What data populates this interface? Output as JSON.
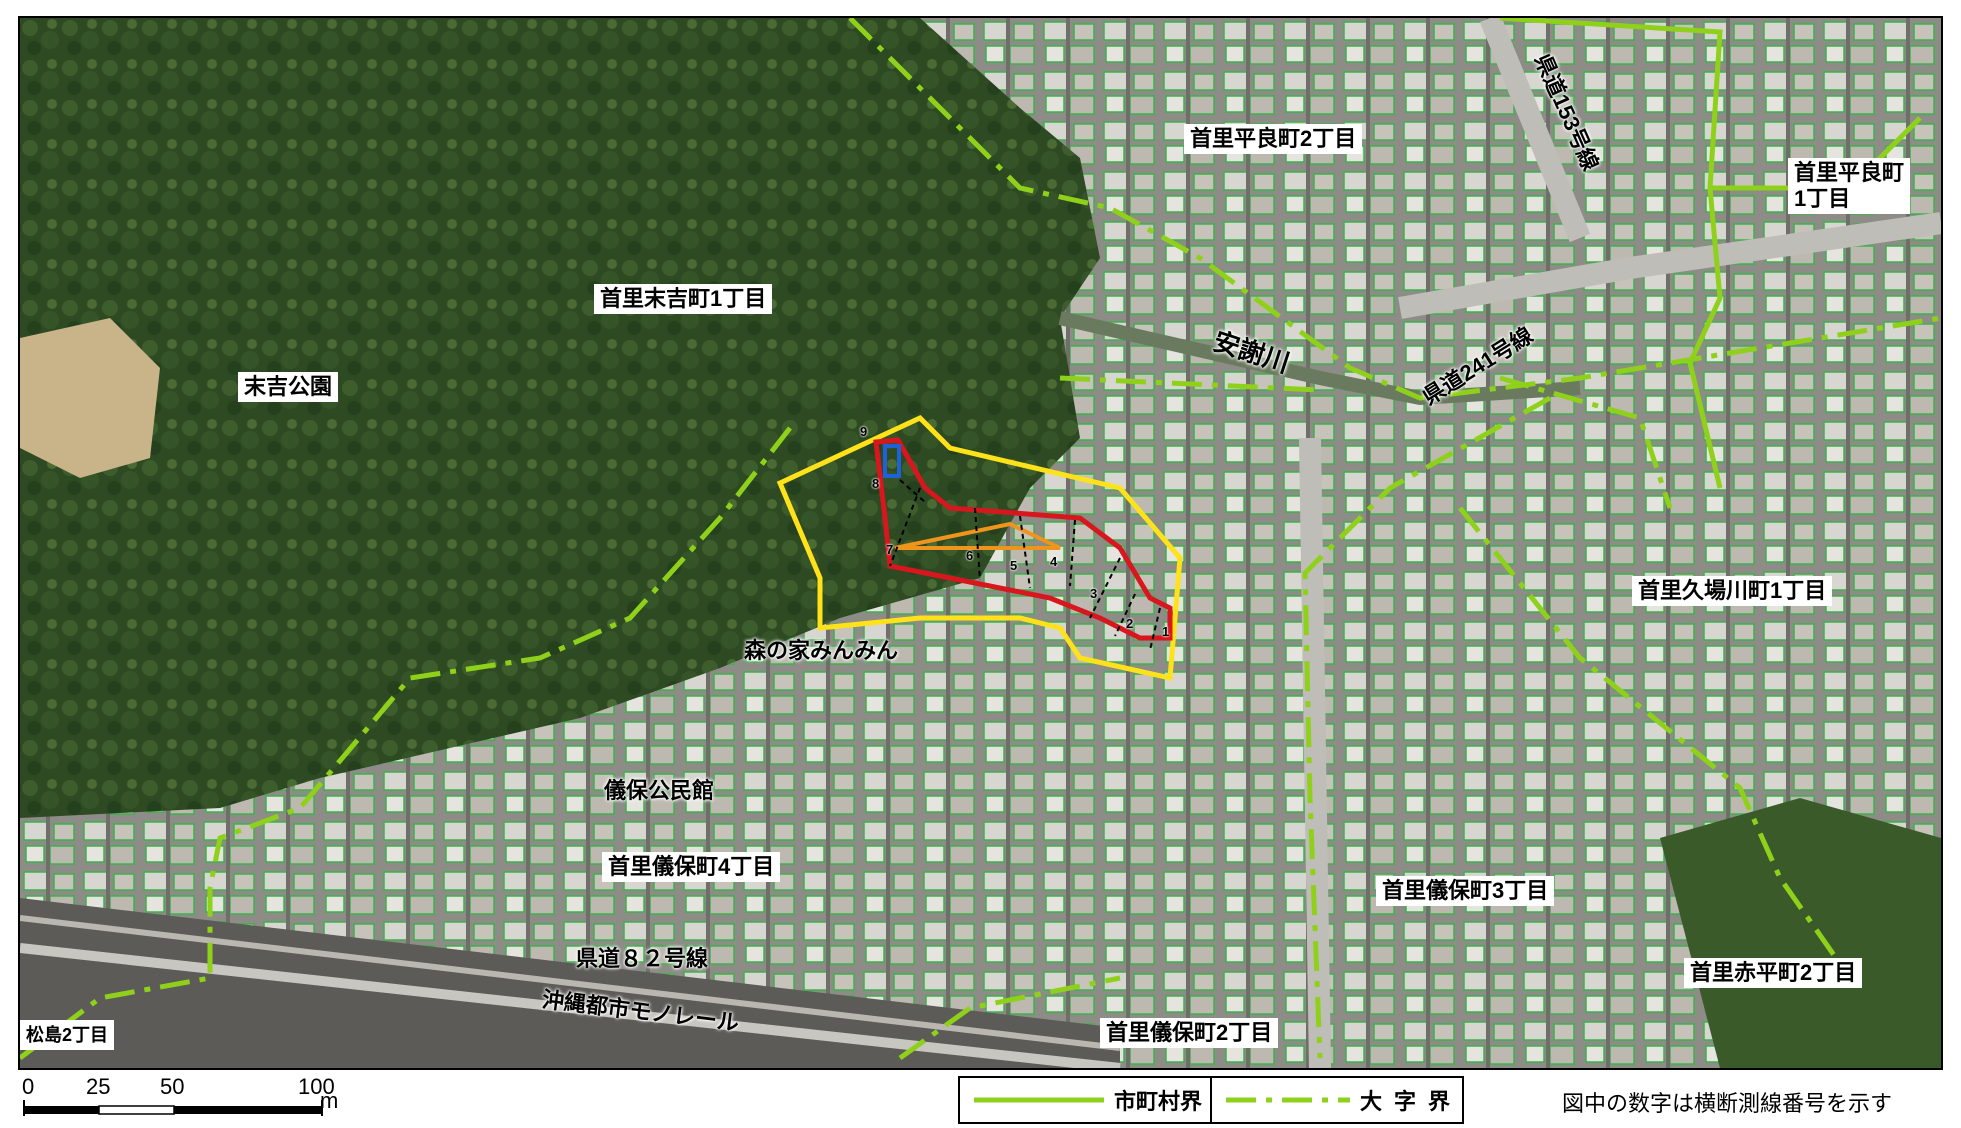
{
  "labels": {
    "shuri_hirara_2": "首里平良町2丁目",
    "shuri_hirara_1": "首里平良町\n1丁目",
    "kendo_153": "県道153号線",
    "shuri_sueyoshi_1": "首里末吉町1丁目",
    "sueyoshi_park": "末吉公園",
    "aja_river": "安謝川",
    "kendo_241": "県道241号線",
    "kubagawa_1": "首里久場川町1丁目",
    "mori_no_ie": "森の家みんみん",
    "gibo_kominkan": "儀保公民館",
    "shuri_gibo_4": "首里儀保町4丁目",
    "shuri_gibo_3": "首里儀保町3丁目",
    "kendo_82": "県道８２号線",
    "monorail": "沖縄都市モノレール",
    "shuri_akahira_2": "首里赤平町2丁目",
    "matsushima_2": "松島2丁目",
    "shuri_gibo_2": "首里儀保町2丁目"
  },
  "transect_numbers": [
    "1",
    "2",
    "3",
    "4",
    "5",
    "6",
    "7",
    "8",
    "9"
  ],
  "scale": {
    "ticks": [
      "0",
      "25",
      "50",
      "100"
    ],
    "unit": "m"
  },
  "legend": {
    "municipal_boundary": "市町村界",
    "district_boundary": "大字界"
  },
  "note": "図中の数字は横断測線番号を示す",
  "colors": {
    "boundary_green": "#8fd11a",
    "survey_yellow": "#ffe21a",
    "site_red": "#d8161e",
    "orange": "#f0941c",
    "blue": "#1e62d8",
    "forest": "#2f4a24",
    "urban": "#a8a6a0"
  }
}
